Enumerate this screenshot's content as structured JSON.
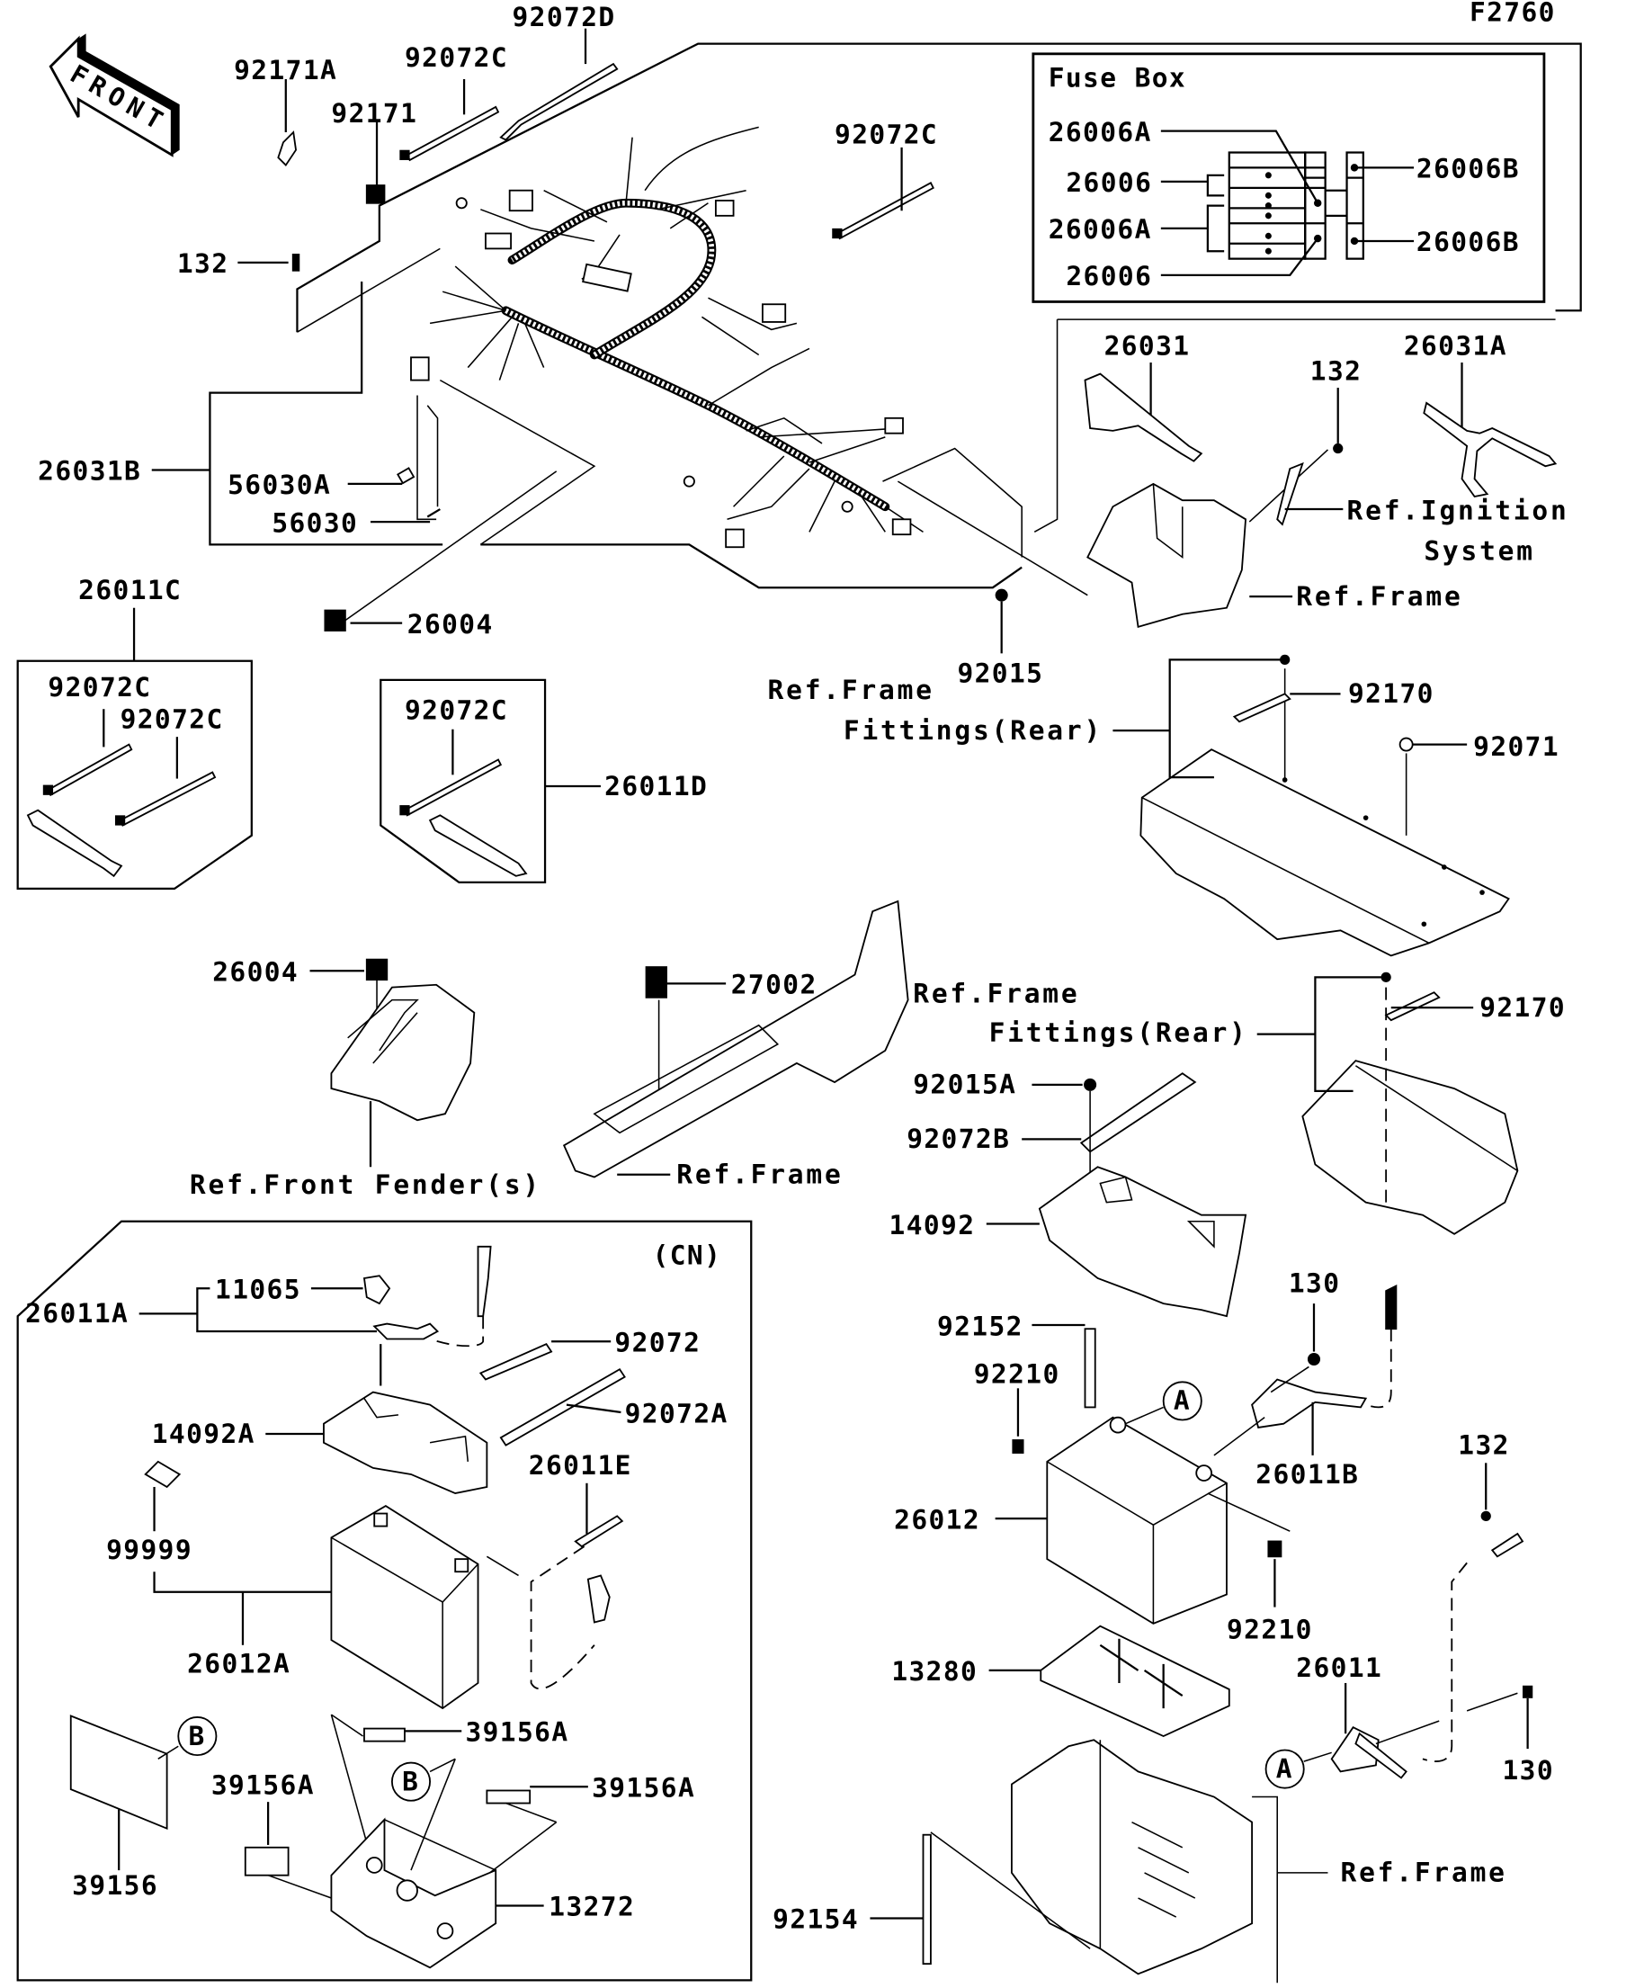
{
  "diagram": {
    "figure_code": "F2760",
    "front_arrow_label": "FRONT",
    "fuse_box": {
      "title": "Fuse Box",
      "labels": [
        "26006A",
        "26006",
        "26006A",
        "26006",
        "26006B",
        "26006B"
      ]
    },
    "harness_section": {
      "labels": [
        "92072D",
        "92072C",
        "92171A",
        "92171",
        "132",
        "92072C",
        "26031B",
        "56030A",
        "56030",
        "26004",
        "92015"
      ]
    },
    "ignition_section": {
      "labels": [
        "26031",
        "132",
        "26031A"
      ],
      "ref_ignition_line1": "Ref.Ignition",
      "ref_ignition_line2": "System",
      "ref_frame": "Ref.Frame"
    },
    "kit_26011C": {
      "title": "26011C",
      "labels": [
        "92072C",
        "92072C"
      ]
    },
    "kit_26011D": {
      "title": "26011D",
      "labels": [
        "92072C"
      ]
    },
    "rear_fittings_top": {
      "ref_line1": "Ref.Frame",
      "ref_line2": "Fittings(Rear)",
      "labels": [
        "92170",
        "92071"
      ]
    },
    "front_fender_section": {
      "label": "26004",
      "ref": "Ref.Front Fender(s)"
    },
    "frame_section": {
      "label": "27002",
      "ref_frame_top": "Ref.Frame",
      "ref_frame_bottom": "Ref.Frame"
    },
    "rear_fittings_mid": {
      "ref_line1": "Fittings(Rear)",
      "labels": [
        "92170"
      ]
    },
    "battery_section": {
      "labels": [
        "92015A",
        "92072B",
        "14092",
        "92152",
        "92210",
        "26012",
        "92210",
        "13280",
        "130",
        "26011B",
        "132",
        "26011",
        "130",
        "92154"
      ],
      "callout_a": "A",
      "ref_frame": "Ref.Frame"
    },
    "cn_section": {
      "region_tag": "(CN)",
      "labels": [
        "26011A",
        "11065",
        "92072",
        "92072A",
        "14092A",
        "26011E",
        "99999",
        "26012A",
        "39156A",
        "39156A",
        "39156A",
        "39156",
        "13272"
      ],
      "callout_b": "B"
    }
  }
}
